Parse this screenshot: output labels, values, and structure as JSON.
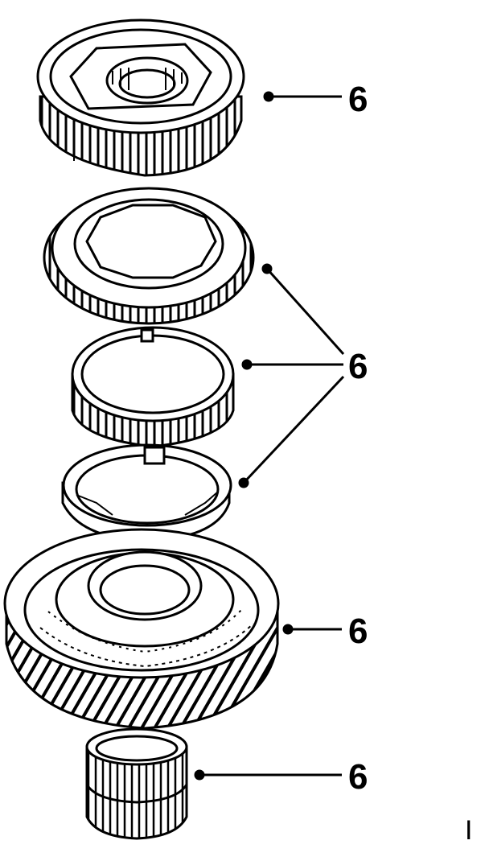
{
  "callouts": [
    {
      "id": "top-hub",
      "label": "6"
    },
    {
      "id": "rings",
      "label": "6"
    },
    {
      "id": "gear",
      "label": "6"
    },
    {
      "id": "bearing",
      "label": "6"
    }
  ],
  "corner_mark": "I",
  "colors": {
    "line": "#000000",
    "background": "#ffffff"
  }
}
